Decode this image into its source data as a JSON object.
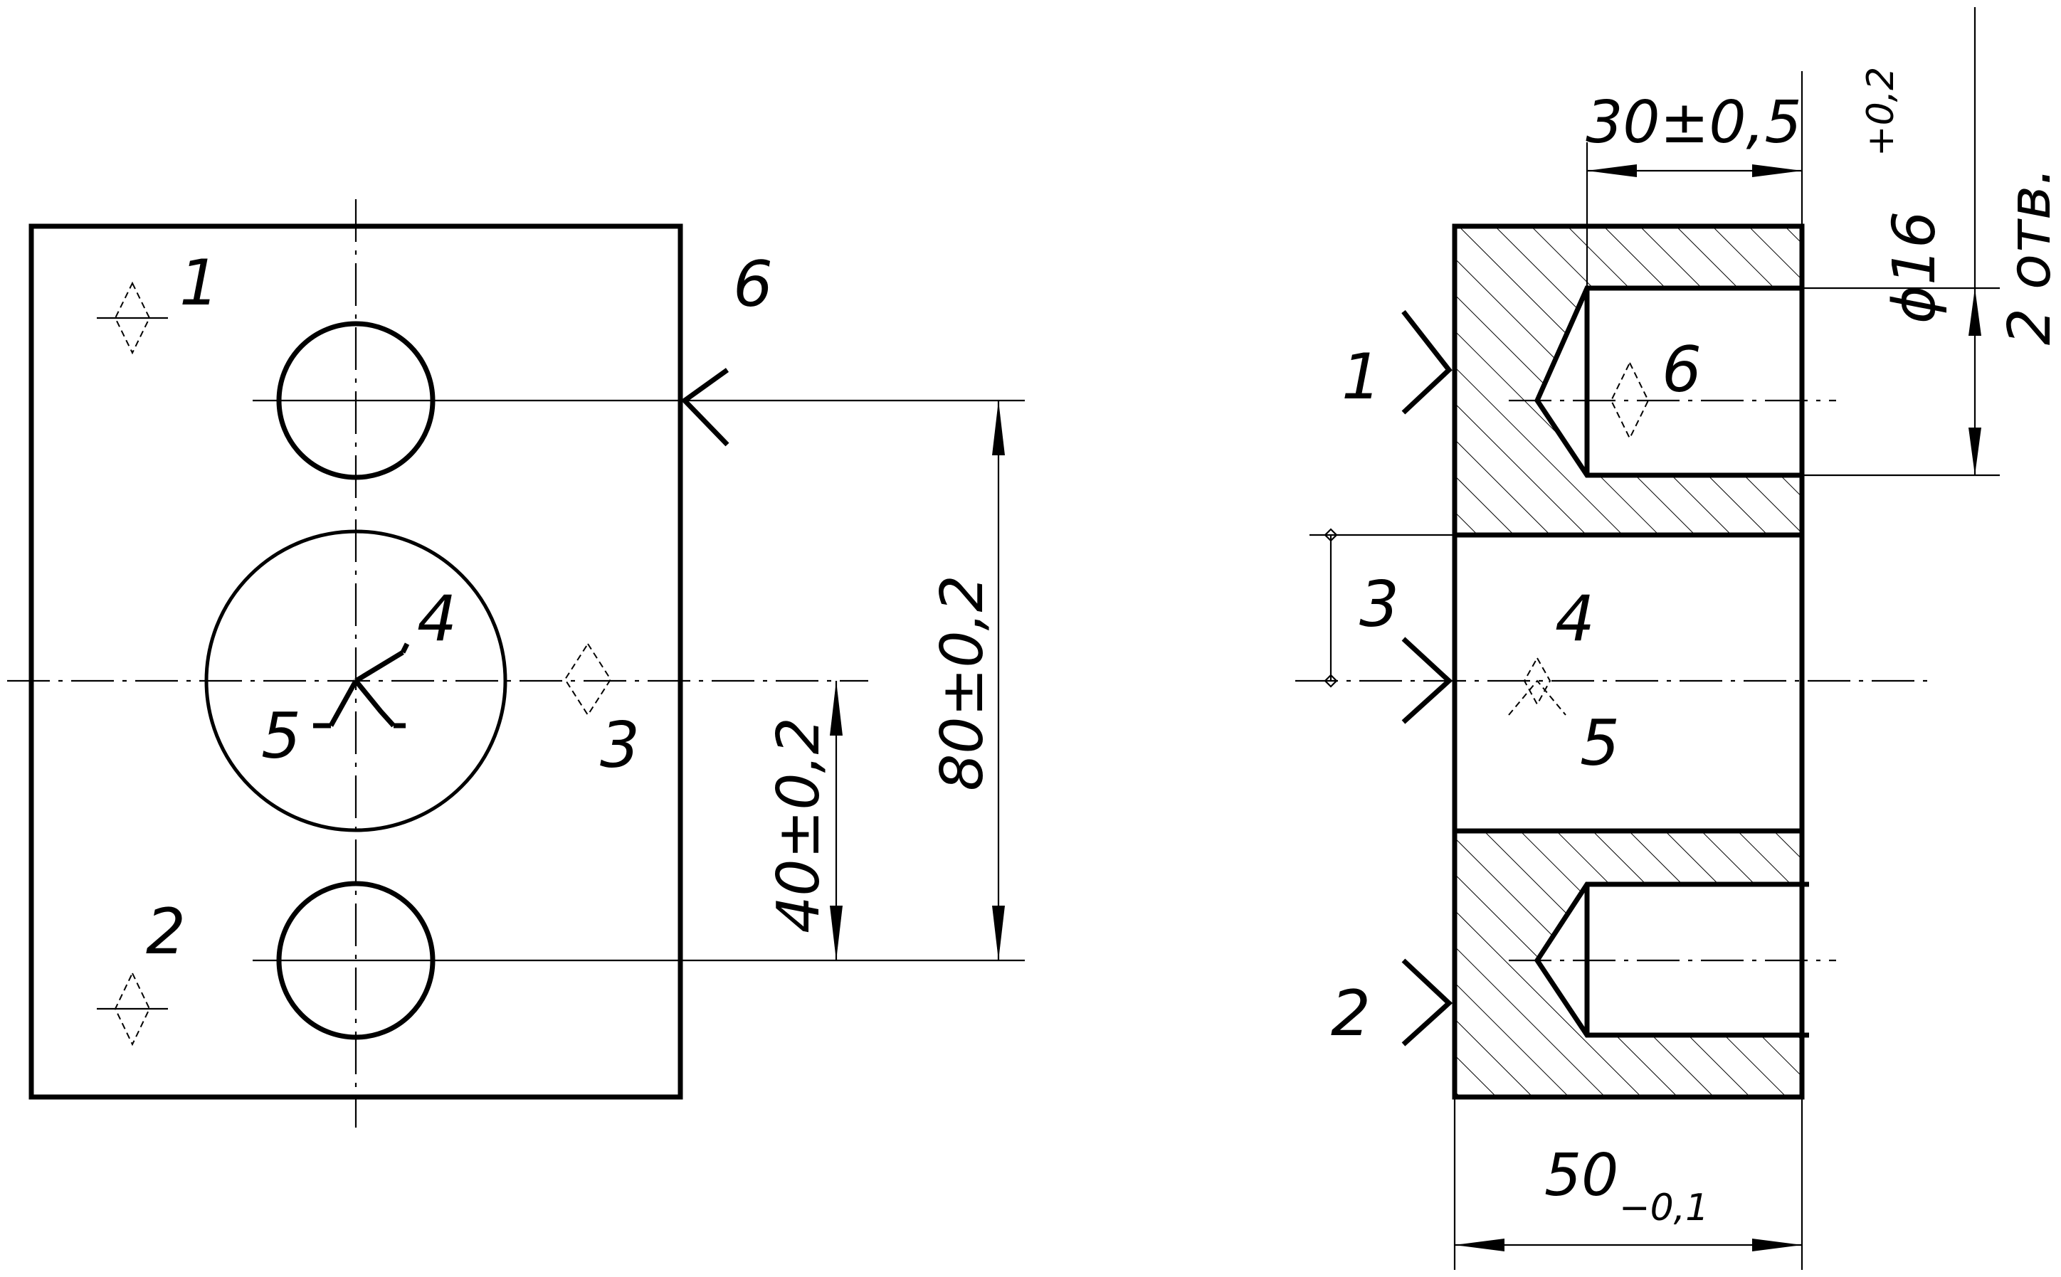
{
  "dimensions": {
    "spacing_80": "80±0,2",
    "spacing_40": "40±0,2",
    "depth_30": "30±0,5",
    "hole_dia_main": "ϕ16",
    "hole_dia_tol": "+0,2",
    "holes_count": "2 отв.",
    "thickness_main": "50",
    "thickness_tol": "−0,1"
  },
  "labels": {
    "l1": "1",
    "l2": "2",
    "l3": "3",
    "l4": "4",
    "l5": "5",
    "l6": "6"
  },
  "colors": {
    "line": "#000000",
    "background": "#ffffff"
  }
}
